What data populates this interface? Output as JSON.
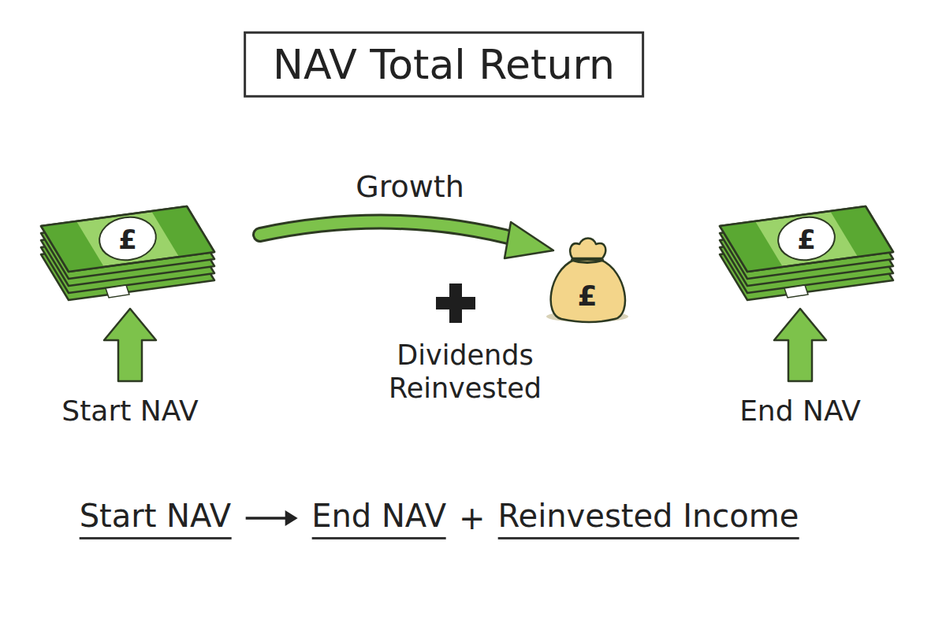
{
  "diagram": {
    "title": "NAV Total Return",
    "labels": [
      "Growth",
      "Dividends Reinvested",
      "Start NAV",
      "End NAV",
      "£",
      "£",
      "£",
      "Start NAV",
      "End NAV",
      "+",
      "Reinvested Income"
    ]
  }
}
